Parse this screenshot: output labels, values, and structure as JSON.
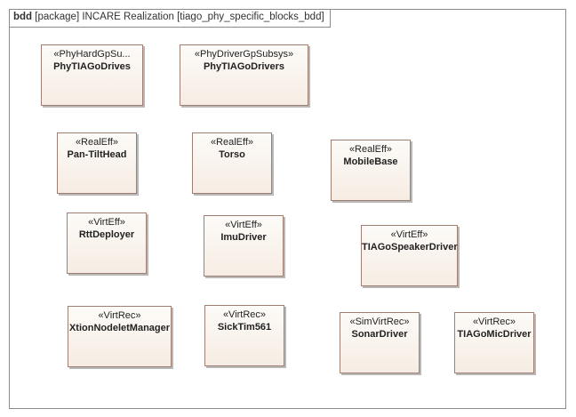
{
  "frame": {
    "kind": "bdd",
    "label": "[package] INCARE Realization [tiago_phy_specific_blocks_bdd]"
  },
  "blocks": [
    {
      "id": "phytiagodrives",
      "stereotype": "«PhyHardGpSu...",
      "name": "PhyTIAGoDrives"
    },
    {
      "id": "phytiagodrivers",
      "stereotype": "«PhyDriverGpSubsys»",
      "name": "PhyTIAGoDrivers"
    },
    {
      "id": "pan-tilthead",
      "stereotype": "«RealEff»",
      "name": "Pan-TiltHead"
    },
    {
      "id": "torso",
      "stereotype": "«RealEff»",
      "name": "Torso"
    },
    {
      "id": "mobilebase",
      "stereotype": "«RealEff»",
      "name": "MobileBase"
    },
    {
      "id": "rttdeployer",
      "stereotype": "«VirtEff»",
      "name": "RttDeployer"
    },
    {
      "id": "imudriver",
      "stereotype": "«VirtEff»",
      "name": "ImuDriver"
    },
    {
      "id": "tiagospeakerdriver",
      "stereotype": "«VirtEff»",
      "name": "TIAGoSpeakerDriver"
    },
    {
      "id": "xtionnodeletmanager",
      "stereotype": "«VirtRec»",
      "name": "XtionNodeletManager"
    },
    {
      "id": "sicktim561",
      "stereotype": "«VirtRec»",
      "name": "SickTim561"
    },
    {
      "id": "sonardriver",
      "stereotype": "«SimVirtRec»",
      "name": "SonarDriver"
    },
    {
      "id": "tiagomicdriver",
      "stereotype": "«VirtRec»",
      "name": "TIAGoMicDriver"
    }
  ]
}
